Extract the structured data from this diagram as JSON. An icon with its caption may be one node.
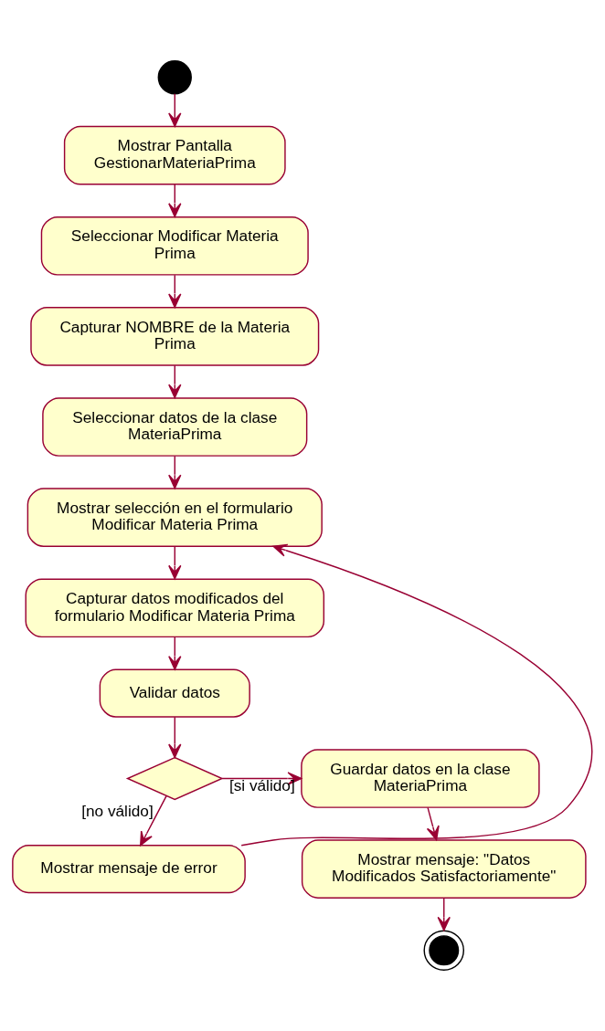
{
  "diagram": {
    "nodes": [
      {
        "text": [],
        "shape": "circle"
      },
      {
        "text": [
          "Mostrar Pantalla GestionarMateriaPrima"
        ]
      },
      {
        "text": [
          "Seleccionar Modificar Materia Prima"
        ]
      },
      {
        "text": [
          "Capturar NOMBRE de la Materia Prima"
        ]
      },
      {
        "text": [
          "Seleccionar datos de la clase MateriaPrima"
        ]
      },
      {
        "text": [
          "Mostrar selección en el formulario Modificar Materia Prima"
        ]
      },
      {
        "text": [
          "Capturar datos modificados del formulario Modificar Materia Prima"
        ]
      },
      {
        "text": [
          "Validar datos"
        ]
      },
      {
        "text": [],
        "shape": "diamond"
      },
      {
        "text": [
          "Mostrar mensaje de error"
        ]
      },
      {
        "text": [
          "Guardar datos en la clase MateriaPrima"
        ]
      },
      {
        "text": [
          "Mostrar mensaje: \"Datos Modificados Satisfactoriamente\""
        ]
      },
      {
        "text": [],
        "shape": "bullseye"
      }
    ],
    "edges": [
      {
        "from": 0,
        "to": 1,
        "arrow": "to"
      },
      {
        "from": 1,
        "to": 2,
        "arrow": "to"
      },
      {
        "from": 2,
        "to": 3,
        "arrow": "to"
      },
      {
        "from": 3,
        "to": 4,
        "arrow": "to"
      },
      {
        "from": 4,
        "to": 5,
        "arrow": "to"
      },
      {
        "from": 5,
        "to": 6,
        "arrow": "to"
      },
      {
        "from": 6,
        "to": 7,
        "arrow": "to"
      },
      {
        "from": 7,
        "to": 8,
        "arrow": "to"
      },
      {
        "from": 8,
        "to": 9,
        "arrow": "to",
        "label": "[no válido]"
      },
      {
        "from": 9,
        "to": 5,
        "arrow": "to"
      },
      {
        "from": 8,
        "to": 10,
        "arrow": "to",
        "label": "[si válido]"
      },
      {
        "from": 10,
        "to": 11,
        "arrow": "to"
      },
      {
        "from": 11,
        "to": 12,
        "arrow": "to"
      }
    ]
  }
}
